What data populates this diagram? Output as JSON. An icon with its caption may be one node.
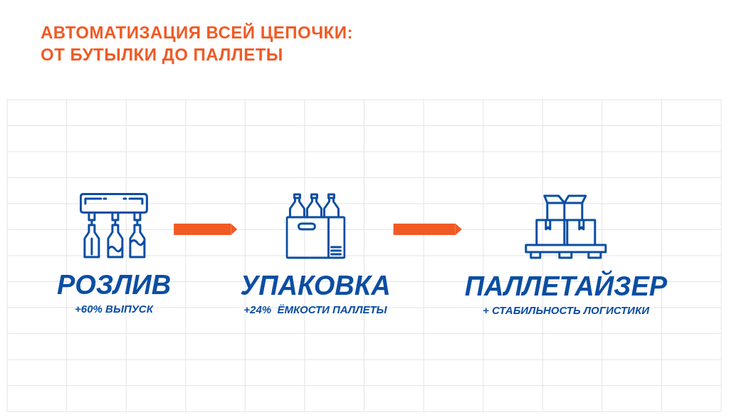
{
  "diagram": {
    "title": "АВТОМАТИЗАЦИЯ ВСЕЙ ЦЕПОЧКИ: ОТ БУТЫЛКИ ДО ПАЛЛЕТЫ",
    "nodes": [
      {
        "text": [
          "РОЗЛИВ",
          "+60% ВЫПУСК"
        ]
      },
      {
        "text": [
          "УПАКОВКА",
          "+24%  ЁМКОСТИ ПАЛЛЕТЫ"
        ]
      },
      {
        "text": [
          "ПАЛЛЕТАЙЗЕР",
          "+ СТАБИЛЬНОСТЬ ЛОГИСТИКИ"
        ]
      }
    ],
    "edges": [
      {
        "from": 0,
        "to": 1,
        "arrow": "to"
      },
      {
        "from": 1,
        "to": 2,
        "arrow": "to"
      }
    ]
  }
}
